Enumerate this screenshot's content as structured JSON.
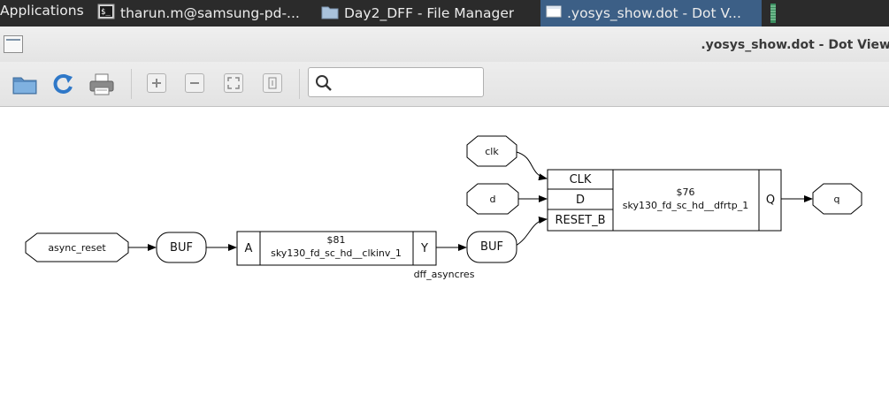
{
  "taskbar": {
    "apps_label": "Applications",
    "tasks": [
      {
        "label": "tharun.m@samsung-pd-...",
        "icon": "terminal-icon"
      },
      {
        "label": "Day2_DFF - File Manager",
        "icon": "folder-icon"
      },
      {
        "label": ".yosys_show.dot - Dot V...",
        "icon": "window-icon"
      }
    ]
  },
  "window": {
    "title": ".yosys_show.dot - Dot View"
  },
  "toolbar": {
    "icons": [
      "open-folder-icon",
      "reload-icon",
      "print-icon",
      "zoom-in-icon",
      "zoom-out-icon",
      "zoom-fit-icon",
      "zoom-100-icon"
    ],
    "search": {
      "value": "",
      "placeholder": ""
    }
  },
  "graph": {
    "inputs": {
      "async_reset": "async_reset",
      "clk": "clk",
      "d": "d"
    },
    "output": "q",
    "buf_label": "BUF",
    "cell_81": {
      "id": "$81",
      "type": "sky130_fd_sc_hd__clkinv_1",
      "in_port": "A",
      "out_port": "Y"
    },
    "cell_76": {
      "id": "$76",
      "type": "sky130_fd_sc_hd__dfrtp_1",
      "ports_in": [
        "CLK",
        "D",
        "RESET_B"
      ],
      "out_port": "Q"
    },
    "module_label": "dff_asyncres"
  }
}
